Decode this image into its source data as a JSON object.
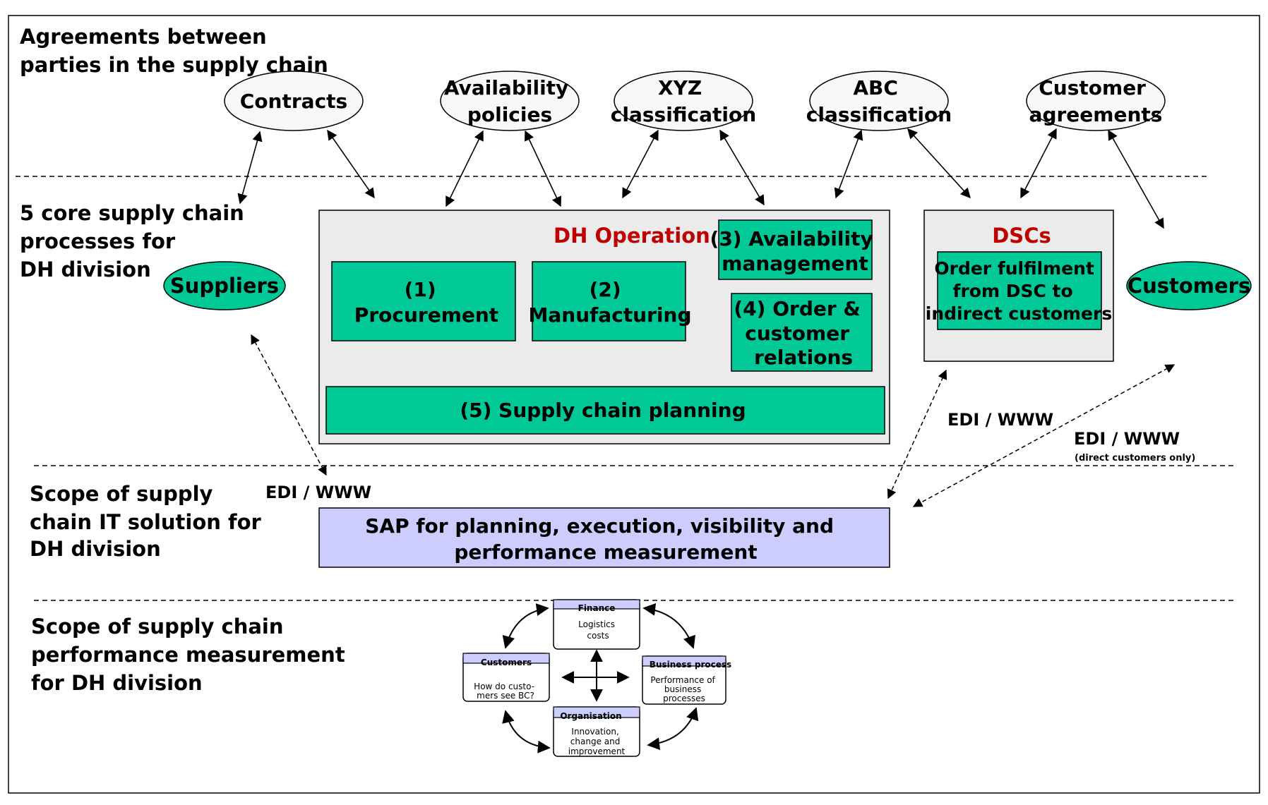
{
  "sections": {
    "agreements": [
      "Agreements between",
      "parties in the supply chain"
    ],
    "core": [
      "5 core supply chain",
      "processes for",
      "DH division"
    ],
    "it_scope": [
      "Scope of supply",
      "chain IT solution for",
      "DH division"
    ],
    "perf_scope": [
      "Scope of supply chain",
      "performance measurement",
      "for DH  division"
    ]
  },
  "agreements": {
    "contracts": [
      "Contracts"
    ],
    "availability_policies": [
      "Availability",
      "policies"
    ],
    "xyz": [
      "XYZ",
      "classification"
    ],
    "abc": [
      "ABC",
      "classification"
    ],
    "customer_agreements": [
      "Customer",
      "agreements"
    ]
  },
  "parties": {
    "suppliers": "Suppliers",
    "customers": "Customers"
  },
  "dh_operation": {
    "title": "DH Operation",
    "procurement": [
      "(1)",
      "Procurement"
    ],
    "manufacturing": [
      "(2)",
      "Manufacturing"
    ],
    "availability": [
      "(3) Availability",
      "management"
    ],
    "order": [
      "(4) Order &",
      "customer",
      "relations"
    ],
    "planning": "(5) Supply chain planning"
  },
  "dscs": {
    "title": "DSCs",
    "fulfilment": [
      "Order fulfilment",
      "from DSC to",
      "indirect customers"
    ]
  },
  "connections": {
    "edi_left": "EDI / WWW",
    "edi_mid": "EDI / WWW",
    "edi_right": "EDI / WWW",
    "edi_right_note": "(direct customers only)"
  },
  "sap": [
    "SAP  for planning, execution, visibility and",
    "performance measurement"
  ],
  "scorecard": {
    "finance": {
      "title": "Finance",
      "body": [
        "Logistics",
        "costs"
      ]
    },
    "customers": {
      "title": "Customers",
      "body": [
        "How do custo-",
        "mers see BC?"
      ]
    },
    "business": {
      "title": "Business process",
      "body": [
        "Performance of",
        "business",
        "processes"
      ]
    },
    "organisation": {
      "title": "Organisation",
      "body": [
        "Innovation,",
        "change and",
        "improvement"
      ]
    }
  },
  "colors": {
    "green": "#00c896",
    "gray_box": "#ebebeb",
    "sap_fill": "#ccccff",
    "title_red": "#c00000"
  }
}
